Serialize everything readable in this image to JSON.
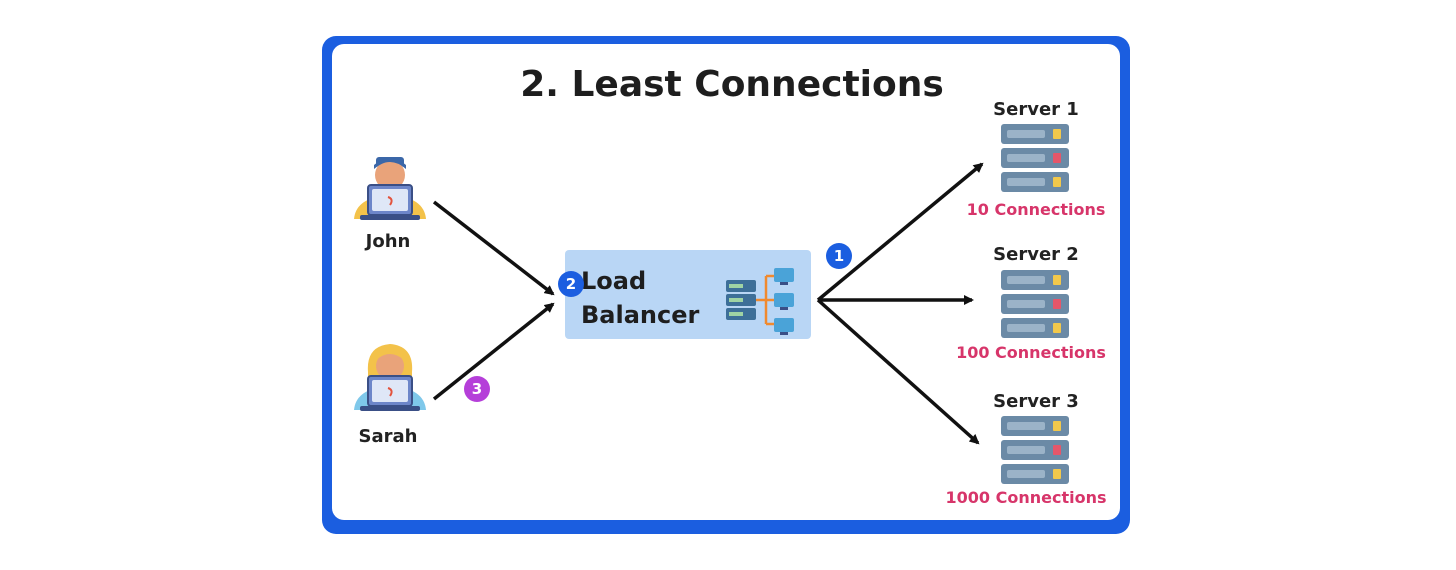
{
  "title": "2. Least Connections",
  "clients": [
    {
      "name": "John"
    },
    {
      "name": "Sarah"
    }
  ],
  "load_balancer": {
    "line1": "Load",
    "line2": "Balancer"
  },
  "servers": [
    {
      "name": "Server 1",
      "connections": "10 Connections"
    },
    {
      "name": "Server 2",
      "connections": "100 Connections"
    },
    {
      "name": "Server 3",
      "connections": "1000 Connections"
    }
  ],
  "badges": {
    "one": "1",
    "two": "2",
    "three": "3"
  },
  "colors": {
    "frame": "#1b5ee0",
    "lb_fill": "#b9d6f5",
    "connections_text": "#d7356a",
    "badge_blue": "#1b5ee0",
    "badge_purple": "#b53fd9"
  }
}
